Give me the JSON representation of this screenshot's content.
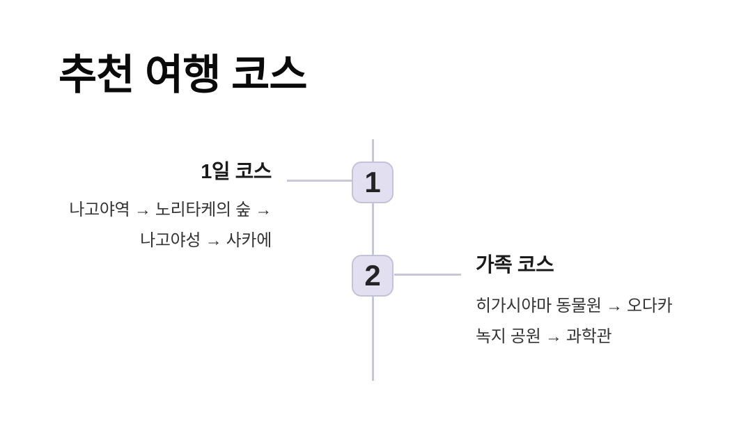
{
  "page": {
    "title": "추천 여행 코스"
  },
  "colors": {
    "background": "#ffffff",
    "timeline_line": "#c8c6d9",
    "node_fill": "#e2e0f0",
    "node_border": "#c4c1da",
    "title_text": "#0a0a0a",
    "heading_text": "#1b1b1b",
    "body_text": "#333333"
  },
  "timeline": {
    "steps": [
      {
        "number": "1",
        "label": "1일 코스",
        "desc_lines": [
          "나고야역 → 노리타케의 숲 →",
          "나고야성 → 사카에"
        ],
        "side": "left"
      },
      {
        "number": "2",
        "label": "가족 코스",
        "desc_lines": [
          "히가시야마 동물원 → 오다카",
          "녹지 공원 → 과학관"
        ],
        "side": "right"
      }
    ]
  }
}
